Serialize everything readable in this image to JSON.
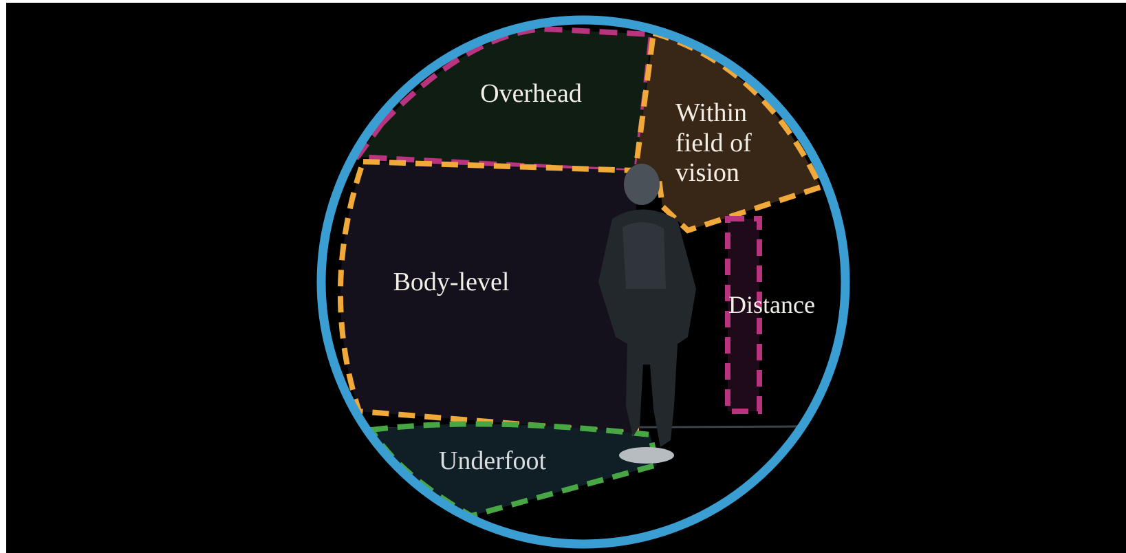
{
  "diagram": {
    "zones": {
      "overhead": {
        "label": "Overhead",
        "fill": "#0f1d12",
        "dash": "#b8347f"
      },
      "field_of_vision": {
        "label_lines": [
          "Within",
          "field of",
          "vision"
        ],
        "fill": "#382716",
        "dash": "#f1a93a"
      },
      "body_level": {
        "label": "Body-level",
        "fill": "#14111c",
        "dash": "#f1a93a"
      },
      "distance": {
        "label": "Distance",
        "fill": "#1e0a19",
        "dash": "#b8347f"
      },
      "underfoot": {
        "label": "Underfoot",
        "fill": "#0f1f25",
        "dash": "#49a645"
      }
    },
    "boundary_color": "#3a9ed3",
    "background": "#000000"
  }
}
